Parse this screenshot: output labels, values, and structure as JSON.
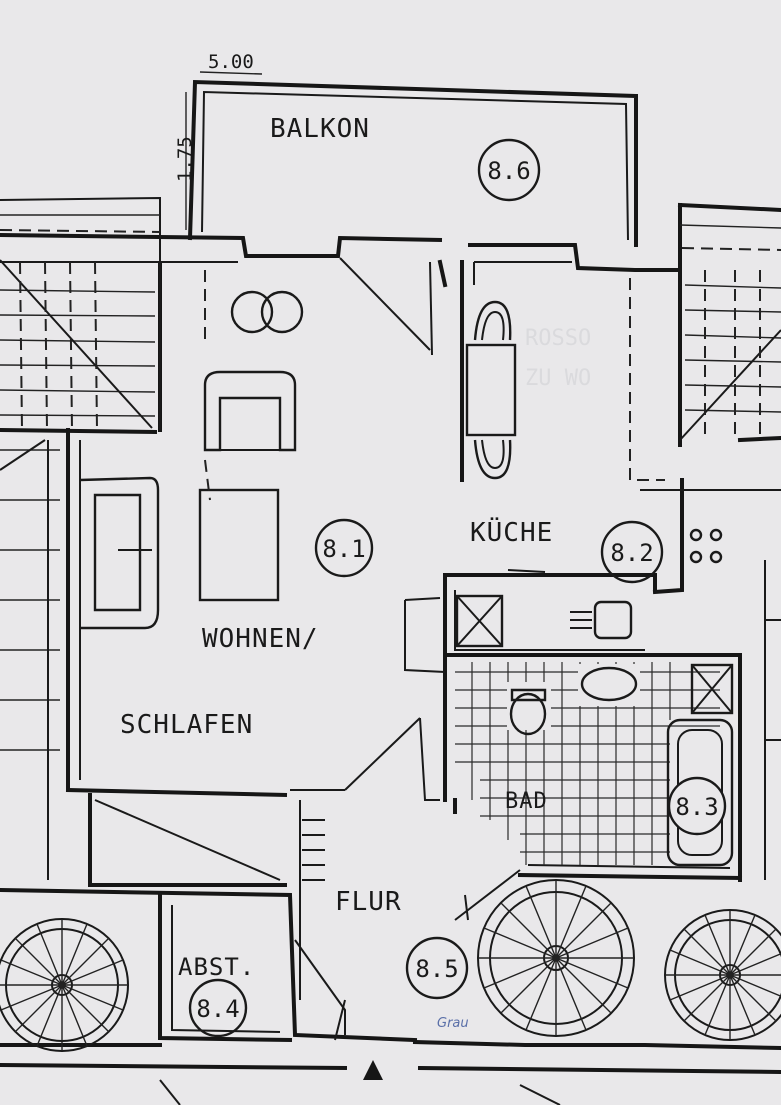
{
  "dimensions": {
    "width": "5.00",
    "depth": "1.75"
  },
  "rooms": [
    {
      "id": "balkon",
      "name": "BALKON",
      "number": "8.6"
    },
    {
      "id": "wohnen",
      "name": "WOHNEN/",
      "name_line2": "SCHLAFEN",
      "number": "8.1"
    },
    {
      "id": "kueche",
      "name": "KÜCHE",
      "number": "8.2"
    },
    {
      "id": "bad",
      "name": "BAD",
      "number": "8.3"
    },
    {
      "id": "abst",
      "name": "ABST.",
      "number": "8.4"
    },
    {
      "id": "flur",
      "name": "FLUR",
      "number": "8.5"
    }
  ],
  "handwritten_note": "Grau",
  "colors": {
    "paper": "#e9e8ea",
    "ink": "#161616",
    "note_ink": "#5a6fa8"
  }
}
